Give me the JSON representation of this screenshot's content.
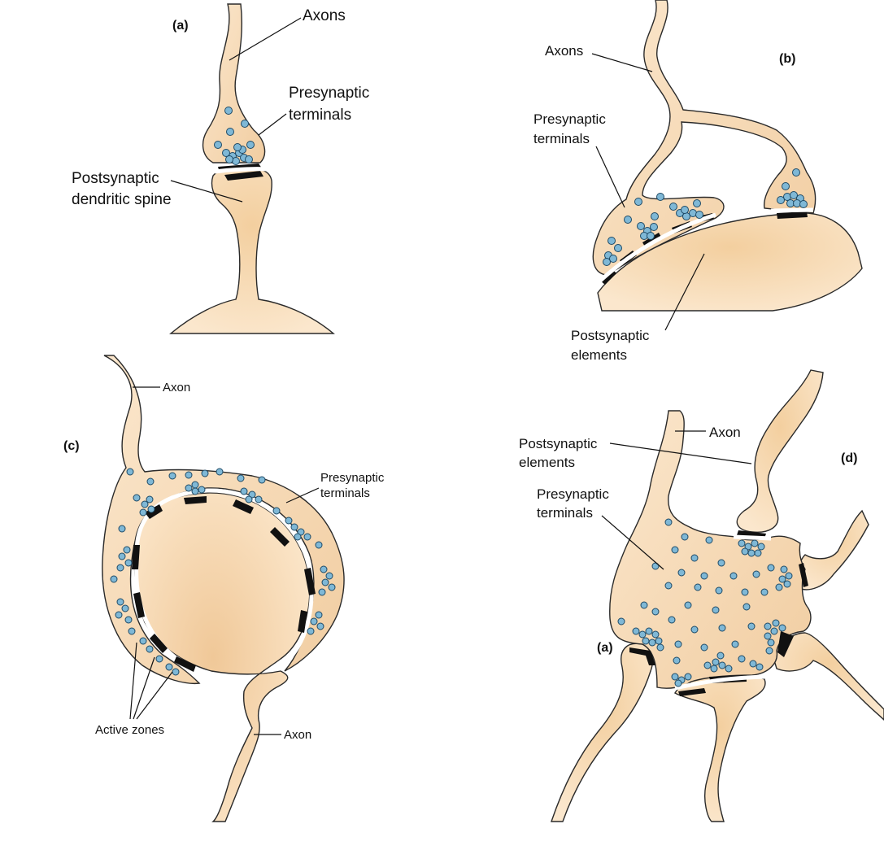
{
  "panels": {
    "a": {
      "tag": "(a)",
      "labels": {
        "axons": "Axons",
        "presynaptic_line1": "Presynaptic",
        "presynaptic_line2": "terminals",
        "postsynaptic_line1": "Postsynaptic",
        "postsynaptic_line2": "dendritic spine"
      }
    },
    "b": {
      "tag": "(b)",
      "labels": {
        "axons": "Axons",
        "presynaptic_line1": "Presynaptic",
        "presynaptic_line2": "terminals",
        "postsynaptic_line1": "Postsynaptic",
        "postsynaptic_line2": "elements"
      }
    },
    "c": {
      "tag": "(c)",
      "labels": {
        "axon_top": "Axon",
        "presynaptic_line1": "Presynaptic",
        "presynaptic_line2": "terminals",
        "active_zones": "Active zones",
        "axon_bottom": "Axon"
      }
    },
    "d": {
      "tag": "(d)",
      "inner_tag": "(a)",
      "labels": {
        "axon": "Axon",
        "postsynaptic_line1": "Postsynaptic",
        "postsynaptic_line2": "elements",
        "presynaptic_line1": "Presynaptic",
        "presynaptic_line2": "terminals"
      }
    }
  },
  "colors": {
    "tissue": "#f6d9b4",
    "tissue_dark": "#edc597",
    "vesicle": "#7fb8d6",
    "active_zone": "#111111"
  }
}
